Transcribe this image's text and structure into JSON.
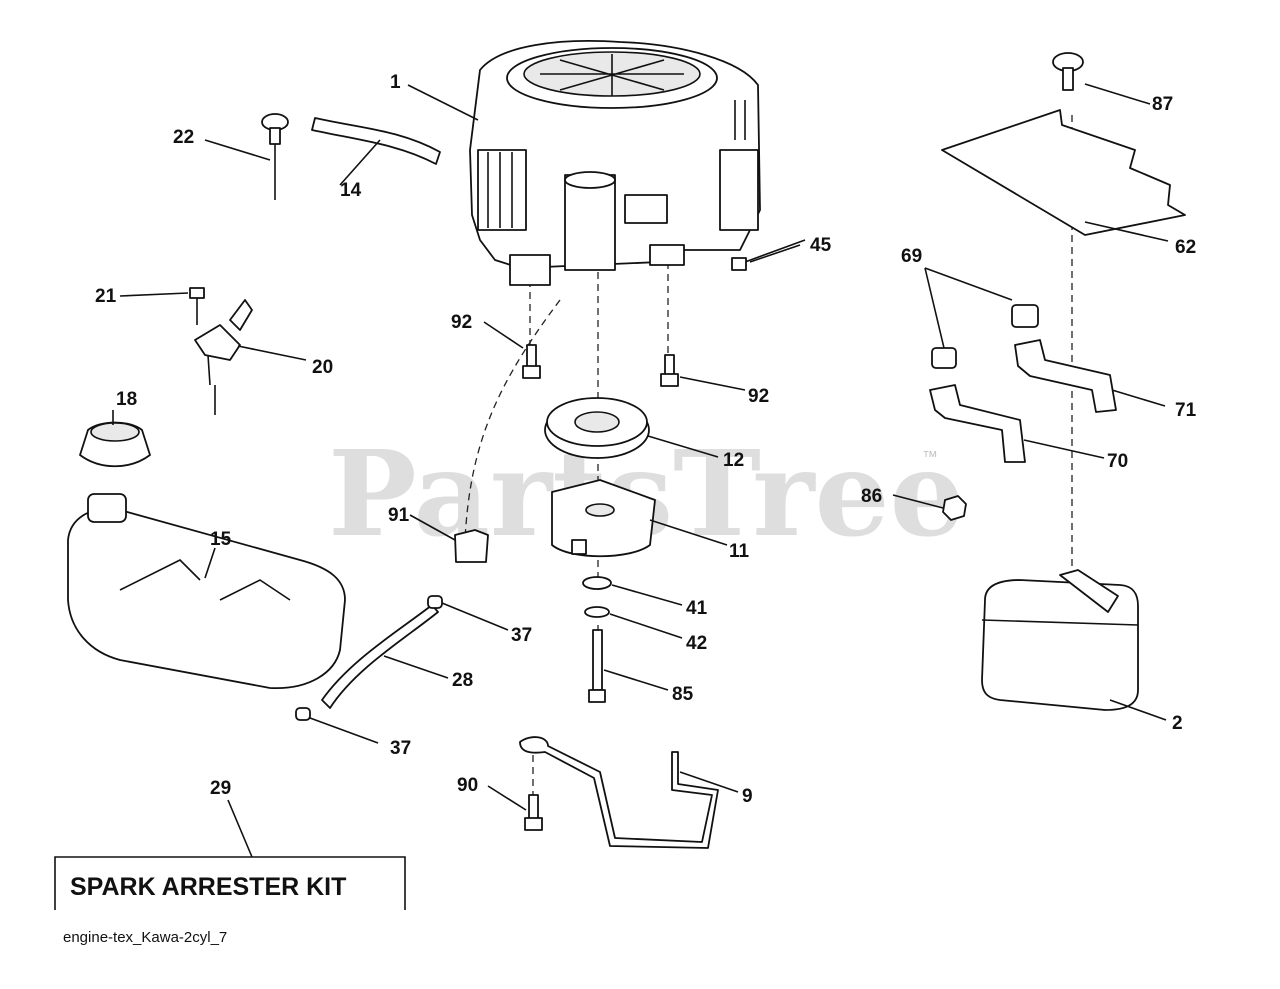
{
  "watermark": {
    "text": "PartsTree",
    "trademark": "™"
  },
  "callouts": [
    {
      "id": "1",
      "text": "1"
    },
    {
      "id": "2",
      "text": "2"
    },
    {
      "id": "9",
      "text": "9"
    },
    {
      "id": "11",
      "text": "11"
    },
    {
      "id": "12",
      "text": "12"
    },
    {
      "id": "14",
      "text": "14"
    },
    {
      "id": "15",
      "text": "15"
    },
    {
      "id": "18",
      "text": "18"
    },
    {
      "id": "20",
      "text": "20"
    },
    {
      "id": "21",
      "text": "21"
    },
    {
      "id": "22",
      "text": "22"
    },
    {
      "id": "28",
      "text": "28"
    },
    {
      "id": "29",
      "text": "29"
    },
    {
      "id": "37a",
      "text": "37"
    },
    {
      "id": "37b",
      "text": "37"
    },
    {
      "id": "41",
      "text": "41"
    },
    {
      "id": "42",
      "text": "42"
    },
    {
      "id": "45",
      "text": "45"
    },
    {
      "id": "62",
      "text": "62"
    },
    {
      "id": "69",
      "text": "69"
    },
    {
      "id": "70",
      "text": "70"
    },
    {
      "id": "71",
      "text": "71"
    },
    {
      "id": "85",
      "text": "85"
    },
    {
      "id": "86",
      "text": "86"
    },
    {
      "id": "87",
      "text": "87"
    },
    {
      "id": "90",
      "text": "90"
    },
    {
      "id": "91",
      "text": "91"
    },
    {
      "id": "92a",
      "text": "92"
    },
    {
      "id": "92b",
      "text": "92"
    }
  ],
  "kit_box": {
    "title": "SPARK ARRESTER KIT"
  },
  "caption": "engine-tex_Kawa-2cyl_7"
}
